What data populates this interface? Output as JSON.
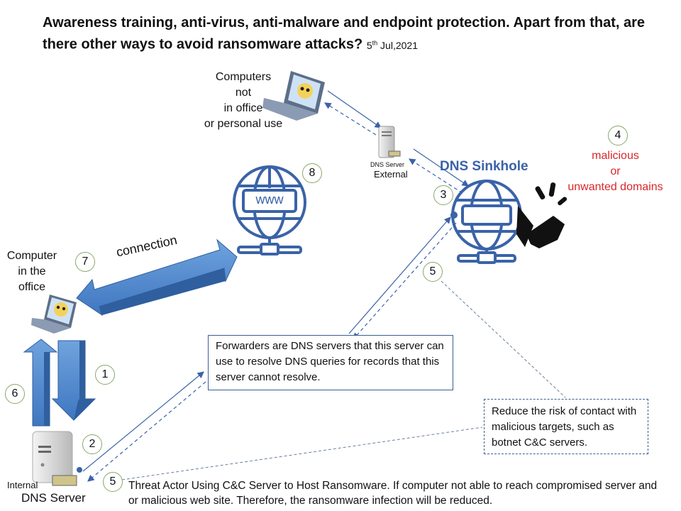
{
  "title": {
    "main": "Awareness training, anti-virus, anti-malware and endpoint protection. Apart from that, are there other ways to avoid ransomware attacks?",
    "date_day": "5",
    "date_suffix": "th",
    "date_rest": " Jul,2021"
  },
  "nodes": {
    "remote_computer": [
      "Computers",
      "not",
      "in office",
      "or personal use"
    ],
    "external_dns_small": "DNS Server",
    "external_dns_label": "External",
    "sinkhole_title": "DNS Sinkhole",
    "malicious": [
      "malicious",
      "or",
      "unwanted domains"
    ],
    "www_label": "www",
    "office_computer": [
      "Computer",
      "in the",
      "office"
    ],
    "connection_label": "connection",
    "internal_small": "Internal",
    "internal_dns_label": "DNS Server"
  },
  "steps": [
    "1",
    "2",
    "3",
    "4",
    "5",
    "5",
    "6",
    "7",
    "8"
  ],
  "notes": {
    "forwarders": "Forwarders are DNS servers that this server can use to resolve DNS queries for records that this server cannot resolve.",
    "reduce_risk": "Reduce the risk of contact with malicious targets, such as botnet C&C servers.",
    "threat_actor": "Threat Actor Using C&C Server to Host Ransomware. If computer not able to reach compromised server and or malicious web site. Therefore, the ransomware infection will be reduced."
  },
  "colors": {
    "accent_blue": "#3a63a8",
    "arrow_blue": "#5b8fd0",
    "warning_red": "#d9262a"
  }
}
